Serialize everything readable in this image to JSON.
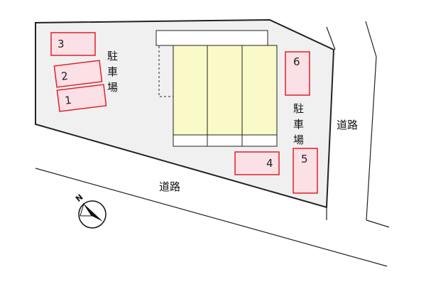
{
  "parking_label_left": [
    "駐",
    "車",
    "場"
  ],
  "parking_label_right": [
    "駐",
    "車",
    "場"
  ],
  "road_label_south": "道路",
  "road_label_east": "道路",
  "north_label": "N",
  "parking_spaces": [
    {
      "number": "1"
    },
    {
      "number": "2"
    },
    {
      "number": "3"
    },
    {
      "number": "4"
    },
    {
      "number": "5"
    },
    {
      "number": "6"
    }
  ],
  "colors": {
    "site_fill": "#f0f0f0",
    "site_stroke": "#222222",
    "building_fill": "#fafac8",
    "parking_fill": "#fbe0e6",
    "parking_stroke": "#e0202a",
    "road_stroke": "#222222"
  }
}
